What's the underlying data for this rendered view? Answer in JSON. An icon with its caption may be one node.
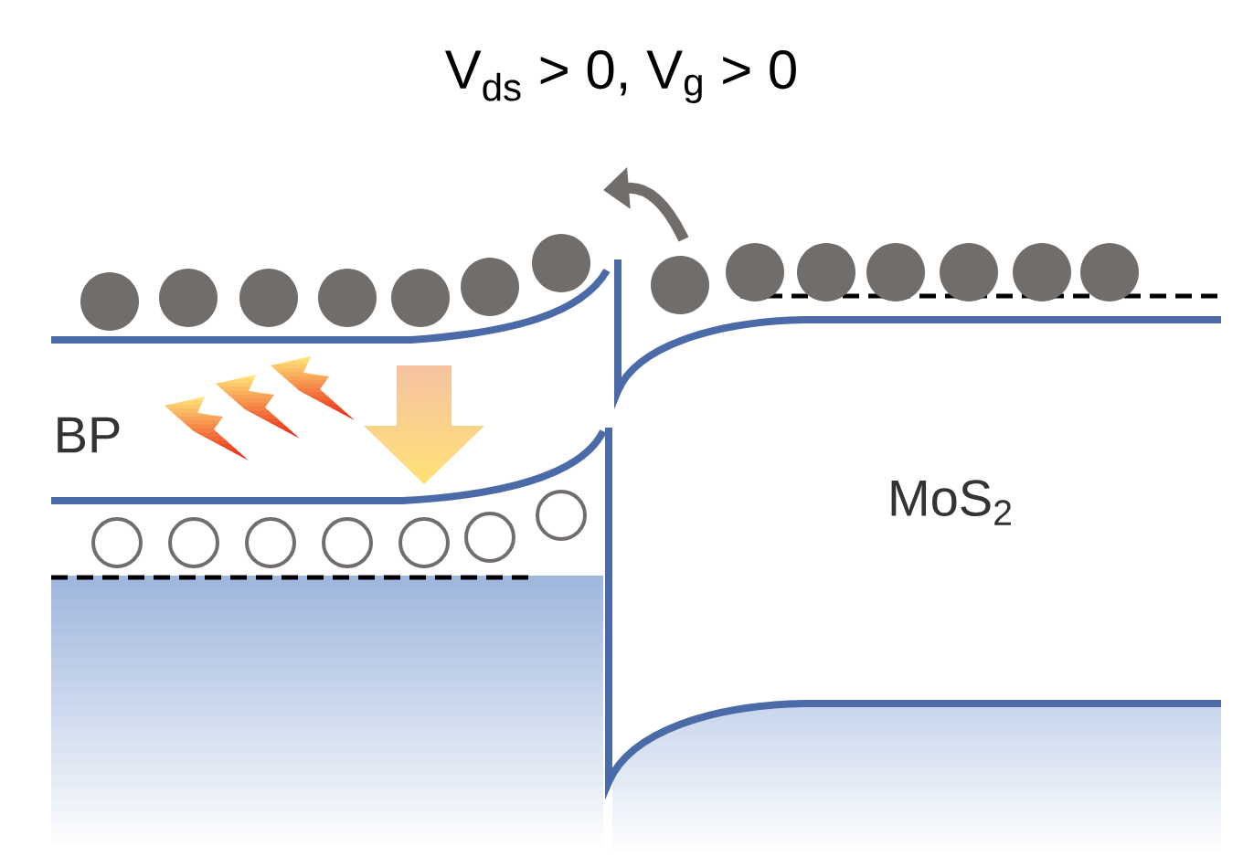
{
  "diagram": {
    "title": "V$_{ds}$ > 0, V$_{g}$ > 0",
    "labels": [
      "BP",
      "MoS$_{2}$"
    ]
  }
}
